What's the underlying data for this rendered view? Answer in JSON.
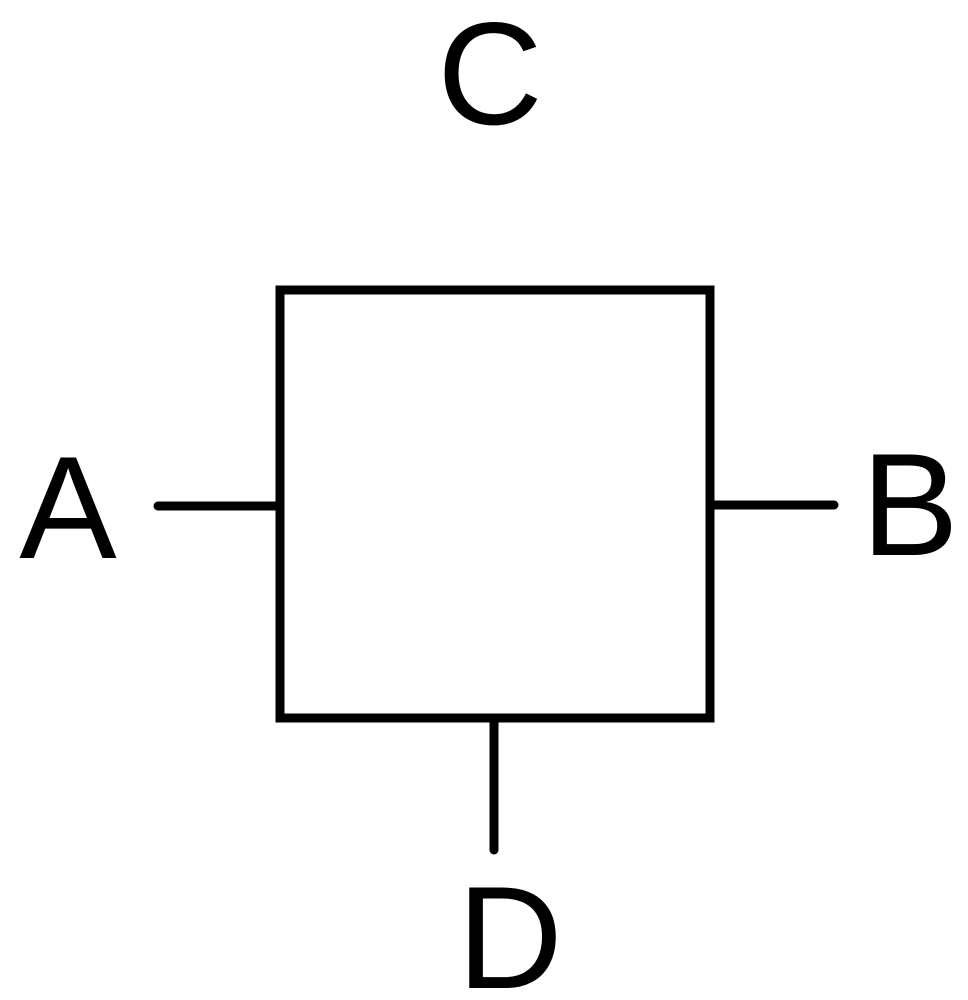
{
  "diagram": {
    "labels": {
      "top": "C",
      "left": "A",
      "right": "B",
      "bottom": "D"
    },
    "colors": {
      "stroke": "#000000",
      "background": "#ffffff"
    }
  }
}
